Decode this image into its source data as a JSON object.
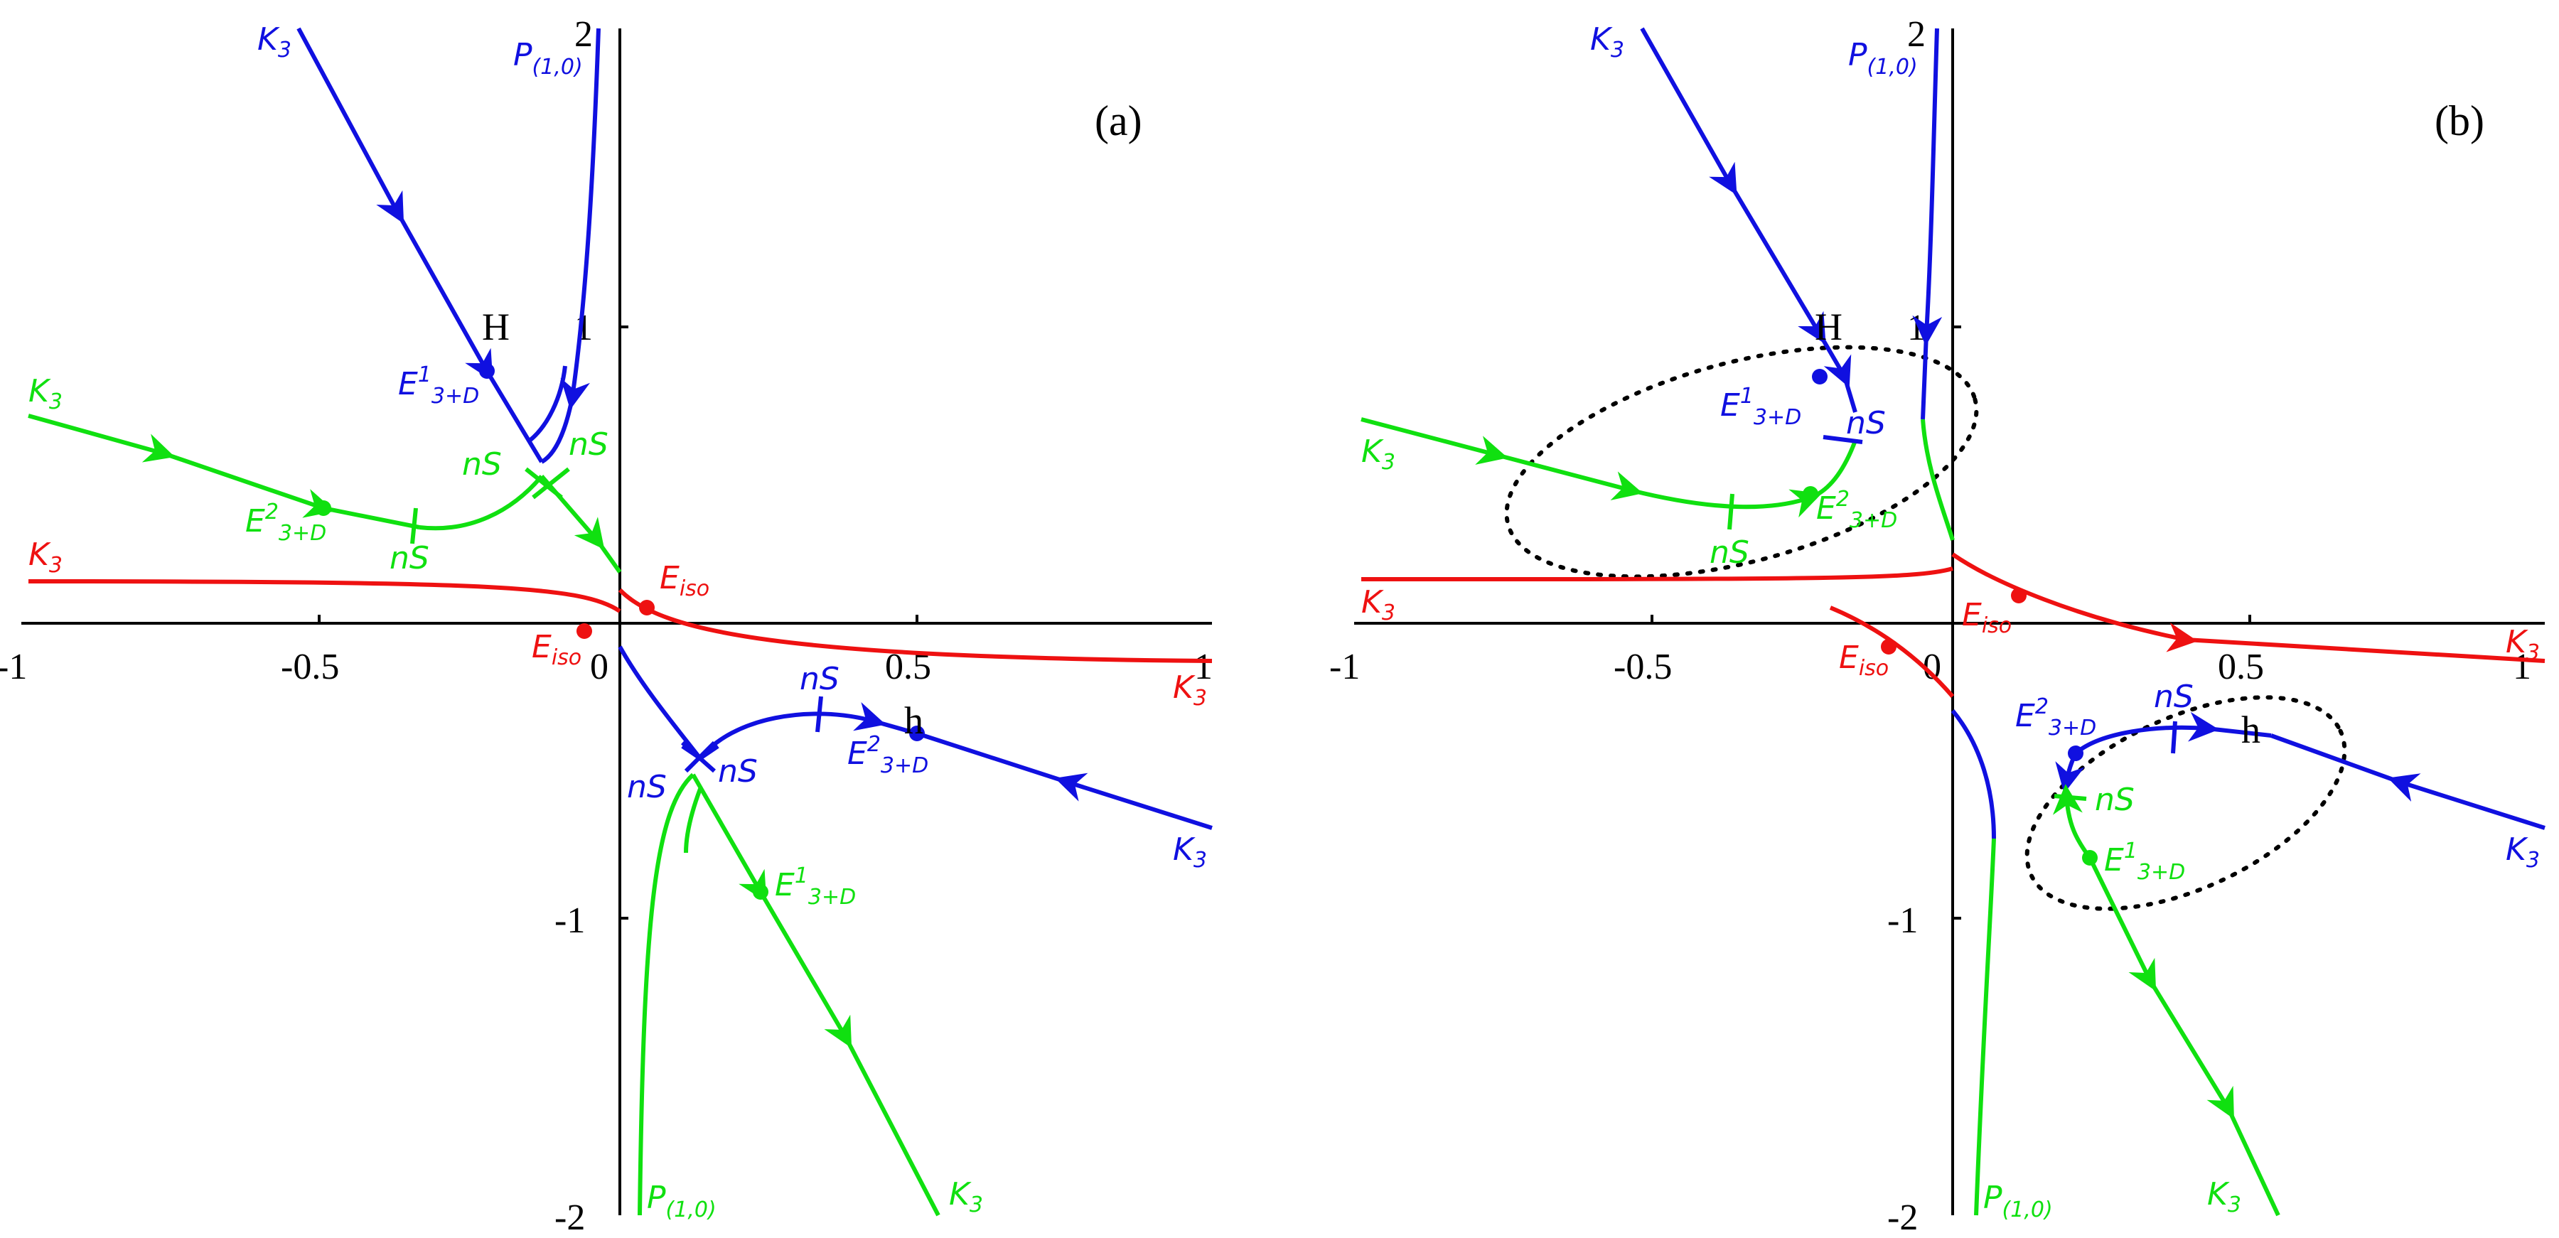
{
  "colors": {
    "blue": "#1010e0",
    "green": "#10e010",
    "red": "#ee1111",
    "black": "#000000"
  },
  "panels": [
    {
      "id": "a",
      "tag": "(a)",
      "ticks_x": [
        "-1",
        "-0.5",
        "0",
        "0.5",
        "1"
      ],
      "ticks_y": [
        "2",
        "1",
        "-1",
        "-2"
      ],
      "point_tags": {
        "H": "H",
        "h": "h"
      },
      "labels": {
        "K3": "K",
        "K3_sub": "3",
        "P": "P",
        "P_sub": "(1,0)",
        "E": "E",
        "sup1": "1",
        "sup2": "2",
        "E_sub": "3+D",
        "Eiso": "E",
        "Eiso_sub": "iso",
        "nS": "nS"
      }
    },
    {
      "id": "b",
      "tag": "(b)",
      "ticks_x": [
        "-1",
        "-0.5",
        "0",
        "0.5",
        "1"
      ],
      "ticks_y": [
        "2",
        "1",
        "-1",
        "-2"
      ],
      "point_tags": {
        "H": "H",
        "h": "h"
      },
      "labels": {
        "K3": "K",
        "K3_sub": "3",
        "P": "P",
        "P_sub": "(1,0)",
        "E": "E",
        "sup1": "1",
        "sup2": "2",
        "E_sub": "3+D",
        "Eiso": "E",
        "Eiso_sub": "iso",
        "nS": "nS"
      }
    }
  ]
}
